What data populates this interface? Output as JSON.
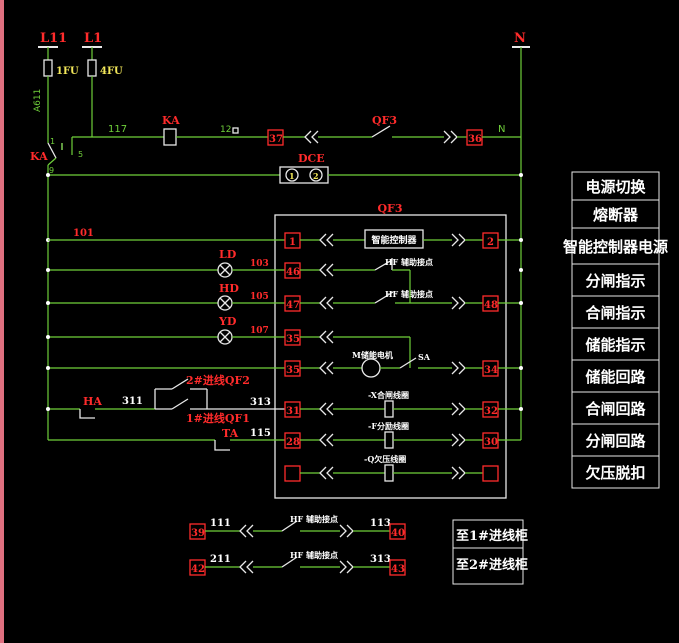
{
  "sources": {
    "l11": "L11",
    "l1": "L1",
    "n": "N",
    "fuse1": "1FU",
    "fuse4": "4FU",
    "wire_a611": "A611"
  },
  "top": {
    "ka_label": "KA",
    "ka_left_label": "KA",
    "pin1": "1",
    "pin5": "5",
    "pin9": "9",
    "wire_117": "117",
    "wire_12": "12",
    "term_37": "37",
    "qf3": "QF3",
    "term_36": "36",
    "wire_n": "N",
    "dce": "DCE"
  },
  "qf3_box": {
    "title": "QF3",
    "smart_controller": "智能控制器",
    "hf_aux": "HF 辅助接点",
    "hf_aux2": "HF 辅助接点",
    "motor": "M储能电机",
    "sa": "SA",
    "close_coil": "-X合闸线圈",
    "open_coil": "-F分励线圈",
    "uv_coil": "-Q欠压线圈"
  },
  "rows": {
    "wire_101": "101",
    "ld": "LD",
    "wire_103": "103",
    "hd": "HD",
    "wire_105": "105",
    "yd": "YD",
    "wire_107": "107",
    "ha": "HA",
    "wire_311": "311",
    "qf2_label": "2#进线QF2",
    "qf1_label": "1#进线QF1",
    "wire_313": "313",
    "ta": "TA",
    "wire_115": "115"
  },
  "terminals": {
    "t1": "1",
    "t2": "2",
    "t46": "46",
    "t47": "47",
    "t48": "48",
    "t35a": "35",
    "t35b": "35",
    "t34": "34",
    "t31": "31",
    "t32": "32",
    "t28": "28",
    "t30": "30"
  },
  "bottom": {
    "t39": "39",
    "w111": "111",
    "hf1": "HF 辅助接点",
    "w113": "113",
    "t40": "40",
    "t42": "42",
    "w211": "211",
    "hf2": "HF 辅助接点",
    "w313": "313",
    "t43": "43",
    "to1": "至1#进线柜",
    "to2": "至2#进线柜"
  },
  "legend": [
    "电源切换",
    "熔断器",
    "智能控制器电源",
    "分闸指示",
    "合闸指示",
    "储能指示",
    "储能回路",
    "合闸回路",
    "分闸回路",
    "欠压脱扣"
  ]
}
